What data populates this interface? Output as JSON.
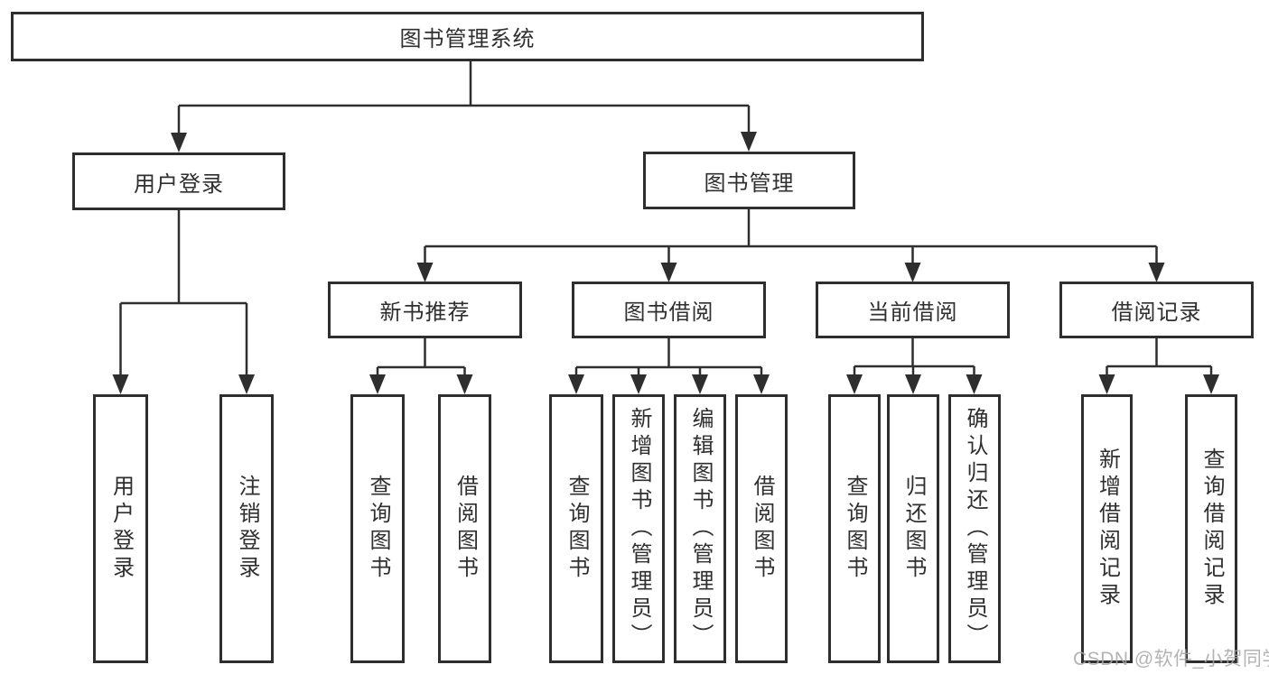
{
  "diagram": {
    "title": "图书管理系统",
    "level2": [
      {
        "label": "用户登录"
      },
      {
        "label": "图书管理"
      }
    ],
    "level3": [
      {
        "label": "新书推荐",
        "parent": "图书管理"
      },
      {
        "label": "图书借阅",
        "parent": "图书管理"
      },
      {
        "label": "当前借阅",
        "parent": "图书管理"
      },
      {
        "label": "借阅记录",
        "parent": "图书管理"
      }
    ],
    "leaves": [
      {
        "label": "用户登录",
        "parent": "用户登录"
      },
      {
        "label": "注销登录",
        "parent": "用户登录"
      },
      {
        "label": "查询图书",
        "parent": "新书推荐"
      },
      {
        "label": "借阅图书",
        "parent": "新书推荐"
      },
      {
        "label": "查询图书",
        "parent": "图书借阅"
      },
      {
        "label": "新增图书（管理员）",
        "parent": "图书借阅"
      },
      {
        "label": "编辑图书（管理员）",
        "parent": "图书借阅"
      },
      {
        "label": "借阅图书",
        "parent": "图书借阅"
      },
      {
        "label": "查询图书",
        "parent": "当前借阅"
      },
      {
        "label": "归还图书",
        "parent": "当前借阅"
      },
      {
        "label": "确认归还（管理员）",
        "parent": "当前借阅"
      },
      {
        "label": "新增借阅记录",
        "parent": "借阅记录"
      },
      {
        "label": "查询借阅记录",
        "parent": "借阅记录"
      }
    ]
  },
  "watermark": "CSDN @软件_小贺同学",
  "colors": {
    "line": "#2e2e2e",
    "box_background": "#ffffff",
    "text": "#2f2f2f",
    "watermark": "#a6a6a6"
  }
}
